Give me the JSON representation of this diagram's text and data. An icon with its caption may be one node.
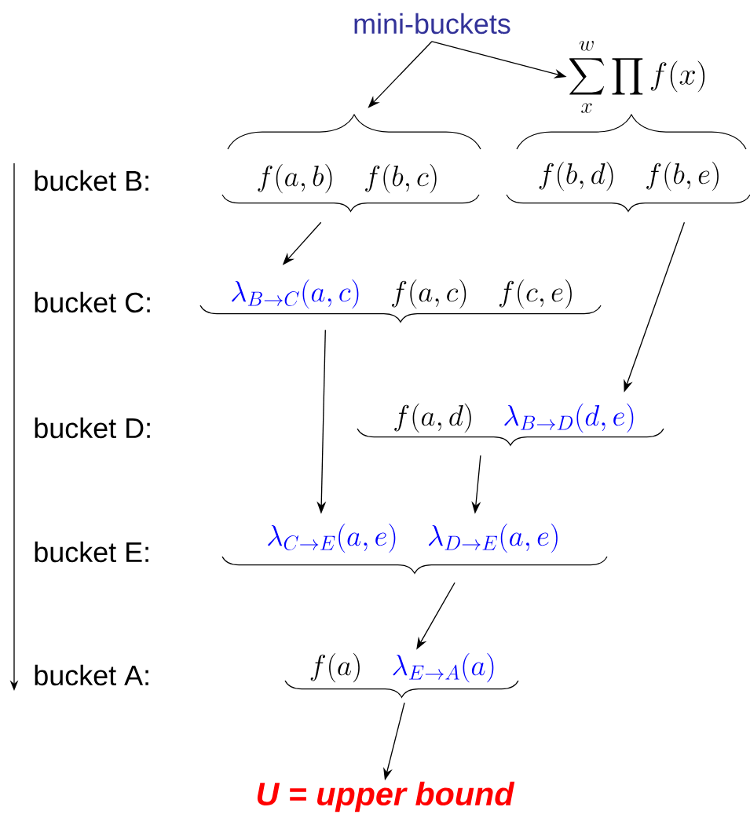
{
  "diagram": {
    "nodes": [
      {
        "text": [
          "mini-buckets"
        ]
      },
      {
        "text": [
          "\\sum_{x}^{w}\\prod f(x)"
        ]
      },
      {
        "text": [
          "f(a,b)",
          "f(b,c)"
        ]
      },
      {
        "text": [
          "f(b,d)",
          "f(b,e)"
        ]
      },
      {
        "text": [
          "\\lambda_{B\\rightarrow C}(a,c)",
          "f(a,c)",
          "f(c,e)"
        ]
      },
      {
        "text": [
          "f(a,d)",
          "\\lambda_{B\\rightarrow D}(d,e)"
        ]
      },
      {
        "text": [
          "\\lambda_{C\\rightarrow E}(a,e)",
          "\\lambda_{D\\rightarrow E}(a,e)"
        ]
      },
      {
        "text": [
          "f(a)",
          "\\lambda_{E\\rightarrow A}(a)"
        ]
      },
      {
        "text": [
          "U = upper bound"
        ]
      }
    ],
    "edges": [
      {
        "from": 0,
        "to": 2,
        "arrow": "to"
      },
      {
        "from": 0,
        "to": 1,
        "arrow": "to"
      },
      {
        "from": 2,
        "to": 4,
        "arrow": "to"
      },
      {
        "from": 3,
        "to": 5,
        "arrow": "to"
      },
      {
        "from": 4,
        "to": 6,
        "arrow": "to"
      },
      {
        "from": 5,
        "to": 6,
        "arrow": "to"
      },
      {
        "from": 6,
        "to": 7,
        "arrow": "to"
      },
      {
        "from": 7,
        "to": 8,
        "arrow": "to"
      }
    ],
    "labels": [
      "bucket B:",
      "bucket C:",
      "bucket D:",
      "bucket E:",
      "bucket A:"
    ]
  }
}
